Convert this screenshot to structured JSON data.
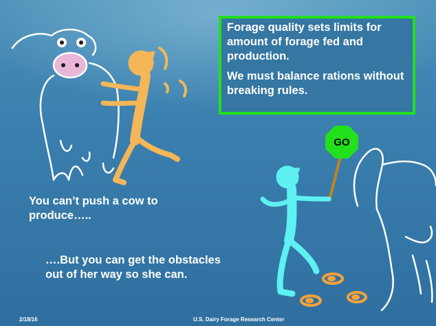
{
  "callout": {
    "line1": "Forage quality sets limits for amount of forage fed and production.",
    "line2": "We must balance rations without breaking rules."
  },
  "text1": "You can’t push a cow to produce…..",
  "text2": "….But you can get the obstacles out of her way so she can.",
  "sign": "GO",
  "footer": {
    "date": "2/18/16",
    "center": "U.S. Dairy Forage Research Center"
  },
  "colors": {
    "background": "#3a7fae",
    "callout_border": "#22e01c",
    "sign": "#22e01c",
    "pusher": "#f5b657",
    "walker": "#5ff0f2",
    "footprints": "#f5a23a",
    "cow": "#ffffff"
  }
}
